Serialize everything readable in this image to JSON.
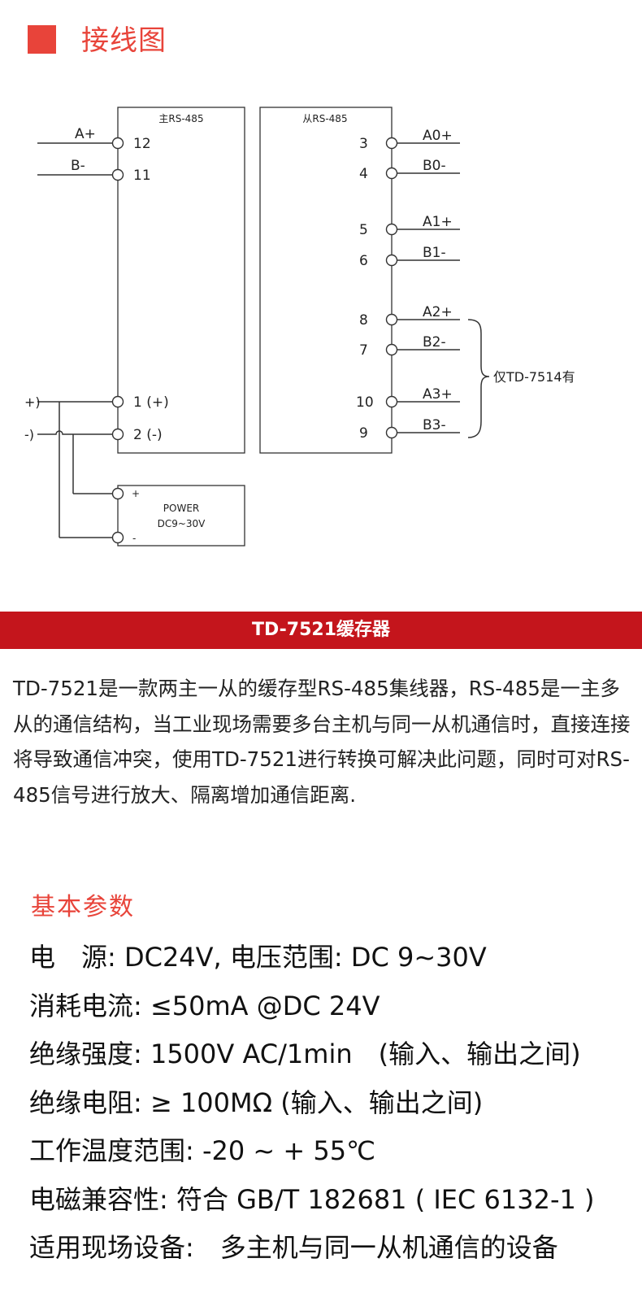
{
  "header": {
    "title": "接线图"
  },
  "diagram": {
    "master_box_label": "主RS-485",
    "slave_box_label": "从RS-485",
    "left_lines": [
      {
        "label": "A+",
        "pin": "12"
      },
      {
        "label": "B-",
        "pin": "11"
      },
      {
        "label": "+)",
        "pin": "1 (+)"
      },
      {
        "label": "-)",
        "pin": "2 (-)"
      }
    ],
    "right_terminals": [
      {
        "pin": "3",
        "label": "A0+"
      },
      {
        "pin": "4",
        "label": "B0-"
      },
      {
        "pin": "5",
        "label": "A1+"
      },
      {
        "pin": "6",
        "label": "B1-"
      },
      {
        "pin": "8",
        "label": "A2+"
      },
      {
        "pin": "7",
        "label": "B2-"
      },
      {
        "pin": "10",
        "label": "A3+"
      },
      {
        "pin": "9",
        "label": "B3-"
      }
    ],
    "brace_note": "仅TD-7514有",
    "power_box": {
      "line1": "POWER",
      "line2": "DC9~30V",
      "plus": "+",
      "minus": "-"
    }
  },
  "banner": {
    "title": "TD-7521缓存器"
  },
  "description": "TD-7521是一款两主一从的缓存型RS-485集线器，RS-485是一主多从的通信结构，当工业现场需要多台主机与同一从机通信时，直接连接将导致通信冲突，使用TD-7521进行转换可解决此问题，同时可对RS-485信号进行放大、隔离增加通信距离.",
  "params": {
    "title": "基本参数",
    "items": [
      "电　源: DC24V, 电压范围: DC 9~30V",
      "消耗电流:  ≤50mA @DC 24V",
      "绝缘强度: 1500V AC/1min　(输入、输出之间)",
      "绝缘电阻:  ≥  100MΩ  (输入、输出之间)",
      "工作温度范围: -20   ~ +  55℃",
      "电磁兼容性:  符合 GB/T 182681 ( IEC 6132-1 )",
      "适用现场设备:　多主机与同一从机通信的设备"
    ]
  }
}
